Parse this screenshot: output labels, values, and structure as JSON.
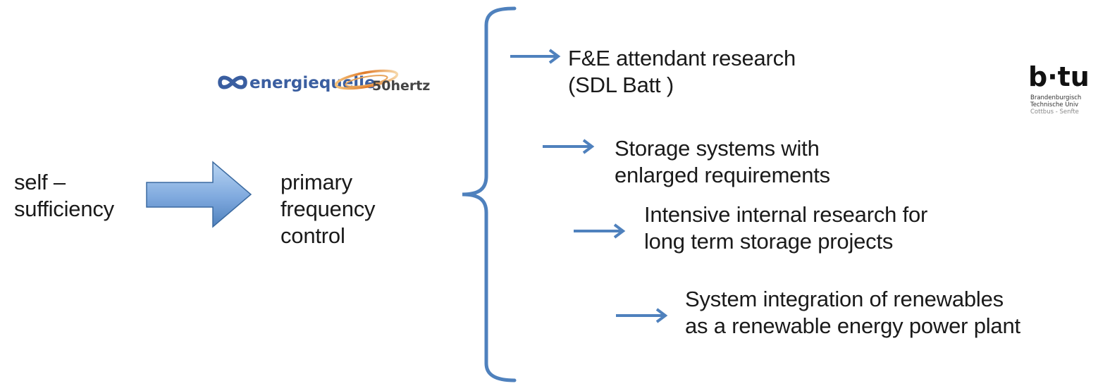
{
  "left": {
    "line1": "self –",
    "line2": "sufficiency"
  },
  "middle": {
    "line1": "primary",
    "line2": "frequency",
    "line3": "control"
  },
  "outcomes": [
    {
      "line1": "F&E attendant research",
      "line2": "(SDL Batt )"
    },
    {
      "line1": "Storage systems with",
      "line2": "enlarged requirements"
    },
    {
      "line1": "Intensive internal research for",
      "line2": "long term storage projects"
    },
    {
      "line1": "System integration of renewables",
      "line2": "as a renewable energy power plant"
    }
  ],
  "logos": {
    "energiequelle": {
      "name": "energiequelle",
      "icon": "infinity-icon",
      "text": "energiequelle"
    },
    "fiftyhertz": {
      "name": "50hertz",
      "text": "50hertz"
    },
    "btu": {
      "name": "b-tu",
      "main_text": "b·tu",
      "sub_line1": "Brandenburgisch",
      "sub_line2": "Technische Univ",
      "sub_line3": "Cottbus - Senfte"
    }
  },
  "colors": {
    "arrow": "#4f81bd",
    "block_arrow_fill_top": "#9dc3ec",
    "block_arrow_fill_bottom": "#4f81bd",
    "block_arrow_stroke": "#3b6aa0",
    "brace": "#4f81bd",
    "text": "#1a1a1a"
  }
}
